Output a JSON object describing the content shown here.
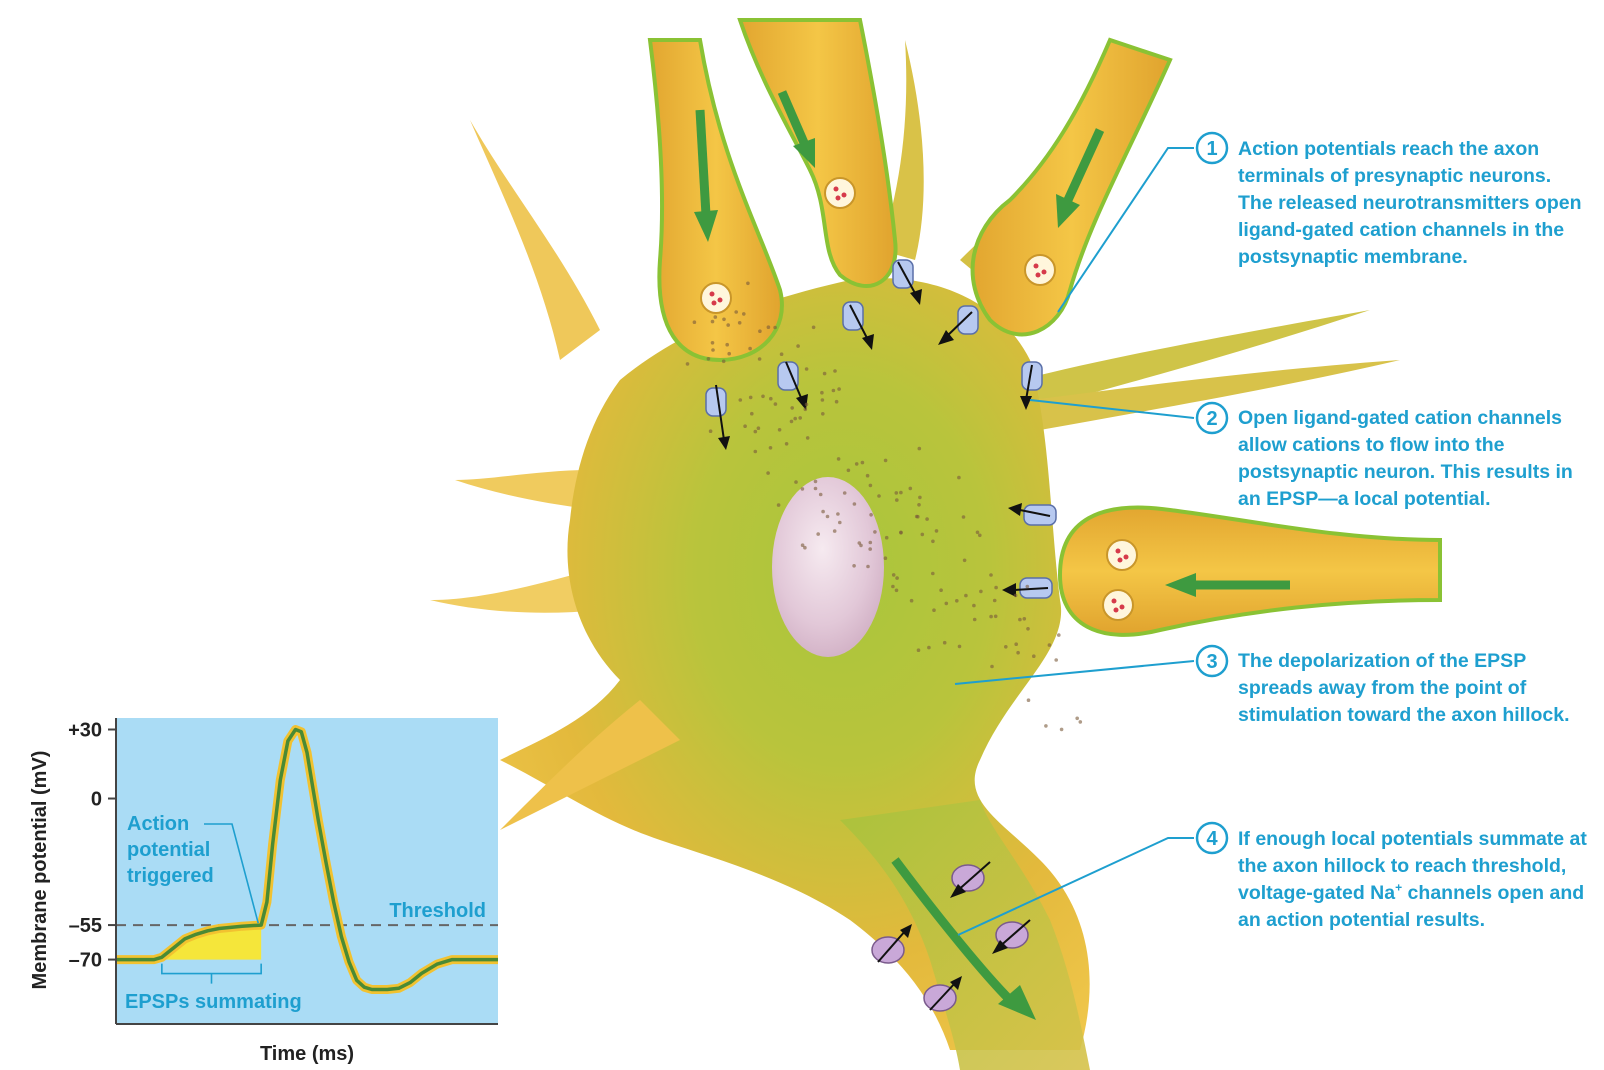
{
  "steps": [
    {
      "number": "1",
      "text": "Action potentials reach the axon terminals of presynaptic neurons.  The released neurotransmitters open ligand-gated cation channels in the postsynaptic membrane."
    },
    {
      "number": "2",
      "text": "Open ligand-gated cation channels allow cations to flow into the postsynaptic neuron. This results in an EPSP—a local potential."
    },
    {
      "number": "3",
      "text": "The depolarization of the EPSP spreads away from the point of stimulation toward the axon hillock."
    },
    {
      "number": "4",
      "text_before": "If enough local potentials summate at the axon hillock to reach threshold, voltage-gated Na",
      "superscript": "+",
      "text_after": " channels open and an action potential results."
    }
  ],
  "colors": {
    "callout": "#1e9fcf",
    "chart_background": "#aadcf5",
    "trace": "#4a8a34",
    "trace_glow": "#f2c230",
    "epsp_fill": "#f5e63a",
    "neuron_body": "#e6b93a",
    "neuron_green": "#a6c23a",
    "flow_arrow": "#3e9a40"
  },
  "chart_data": {
    "type": "line",
    "xlabel": "Time (ms)",
    "ylabel": "Membrane potential (mV)",
    "yticks": [
      {
        "value": 30,
        "label": "+30"
      },
      {
        "value": 0,
        "label": "0"
      },
      {
        "value": -55,
        "label": "–55"
      },
      {
        "value": -70,
        "label": "–70"
      }
    ],
    "ylim": [
      -98,
      35
    ],
    "xlim": [
      0,
      100
    ],
    "threshold": {
      "value": -55,
      "label": "Threshold"
    },
    "annotations": {
      "triggered": "Action potential triggered",
      "triggered_lines": [
        "Action",
        "potential",
        "triggered"
      ],
      "summating": "EPSPs summating"
    },
    "epsp_region": [
      12,
      38
    ],
    "series": [
      {
        "x": [
          0,
          8,
          10,
          12,
          15,
          18,
          21,
          24,
          27,
          30,
          33,
          36,
          38,
          39.5,
          41,
          43,
          45,
          47,
          48.5,
          50,
          51.5,
          53,
          55,
          57,
          59,
          61,
          63,
          65,
          67,
          69,
          71,
          74,
          77,
          80,
          84,
          88,
          92,
          96,
          100
        ],
        "y": [
          -70,
          -70,
          -70,
          -69,
          -65,
          -61,
          -59,
          -57.5,
          -56.5,
          -56,
          -55.5,
          -55.2,
          -55,
          -45,
          -20,
          8,
          25,
          30,
          29,
          20,
          5,
          -10,
          -28,
          -45,
          -60,
          -71,
          -79,
          -82,
          -83,
          -83,
          -83,
          -82.5,
          -80,
          -76,
          -72,
          -70,
          -70,
          -70,
          -70
        ]
      }
    ]
  }
}
